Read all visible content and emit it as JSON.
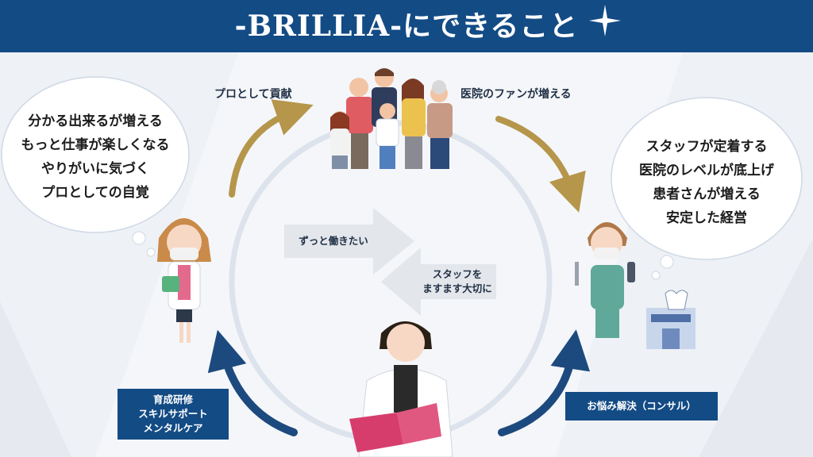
{
  "header": {
    "title": "-BRILLIA-にできること"
  },
  "left_cloud": {
    "lines": [
      "分かる出来るが増える",
      "もっと仕事が楽しくなる",
      "やりがいに気づく",
      "プロとしての自覚"
    ]
  },
  "right_cloud": {
    "lines": [
      "スタッフが定着する",
      "医院のレベルが底上げ",
      "患者さんが増える",
      "安定した経営"
    ]
  },
  "cycle_labels": {
    "top_left": "プロとして貢献",
    "top_right": "医院のファンが増える"
  },
  "center_arrows": {
    "right_arrow": "ずっと働きたい",
    "left_arrow_lines": [
      "スタッフを",
      "ますます大切に"
    ]
  },
  "bottom_left_box": {
    "lines": [
      "育成研修",
      "スキルサポート",
      "メンタルケア"
    ]
  },
  "bottom_right_box": {
    "label": "お悩み解決（コンサル）"
  },
  "colors": {
    "navy": "#134b85",
    "gold": "#b5964a",
    "circle": "#dde3ec",
    "gray_arrow": "#e3e6ea"
  }
}
